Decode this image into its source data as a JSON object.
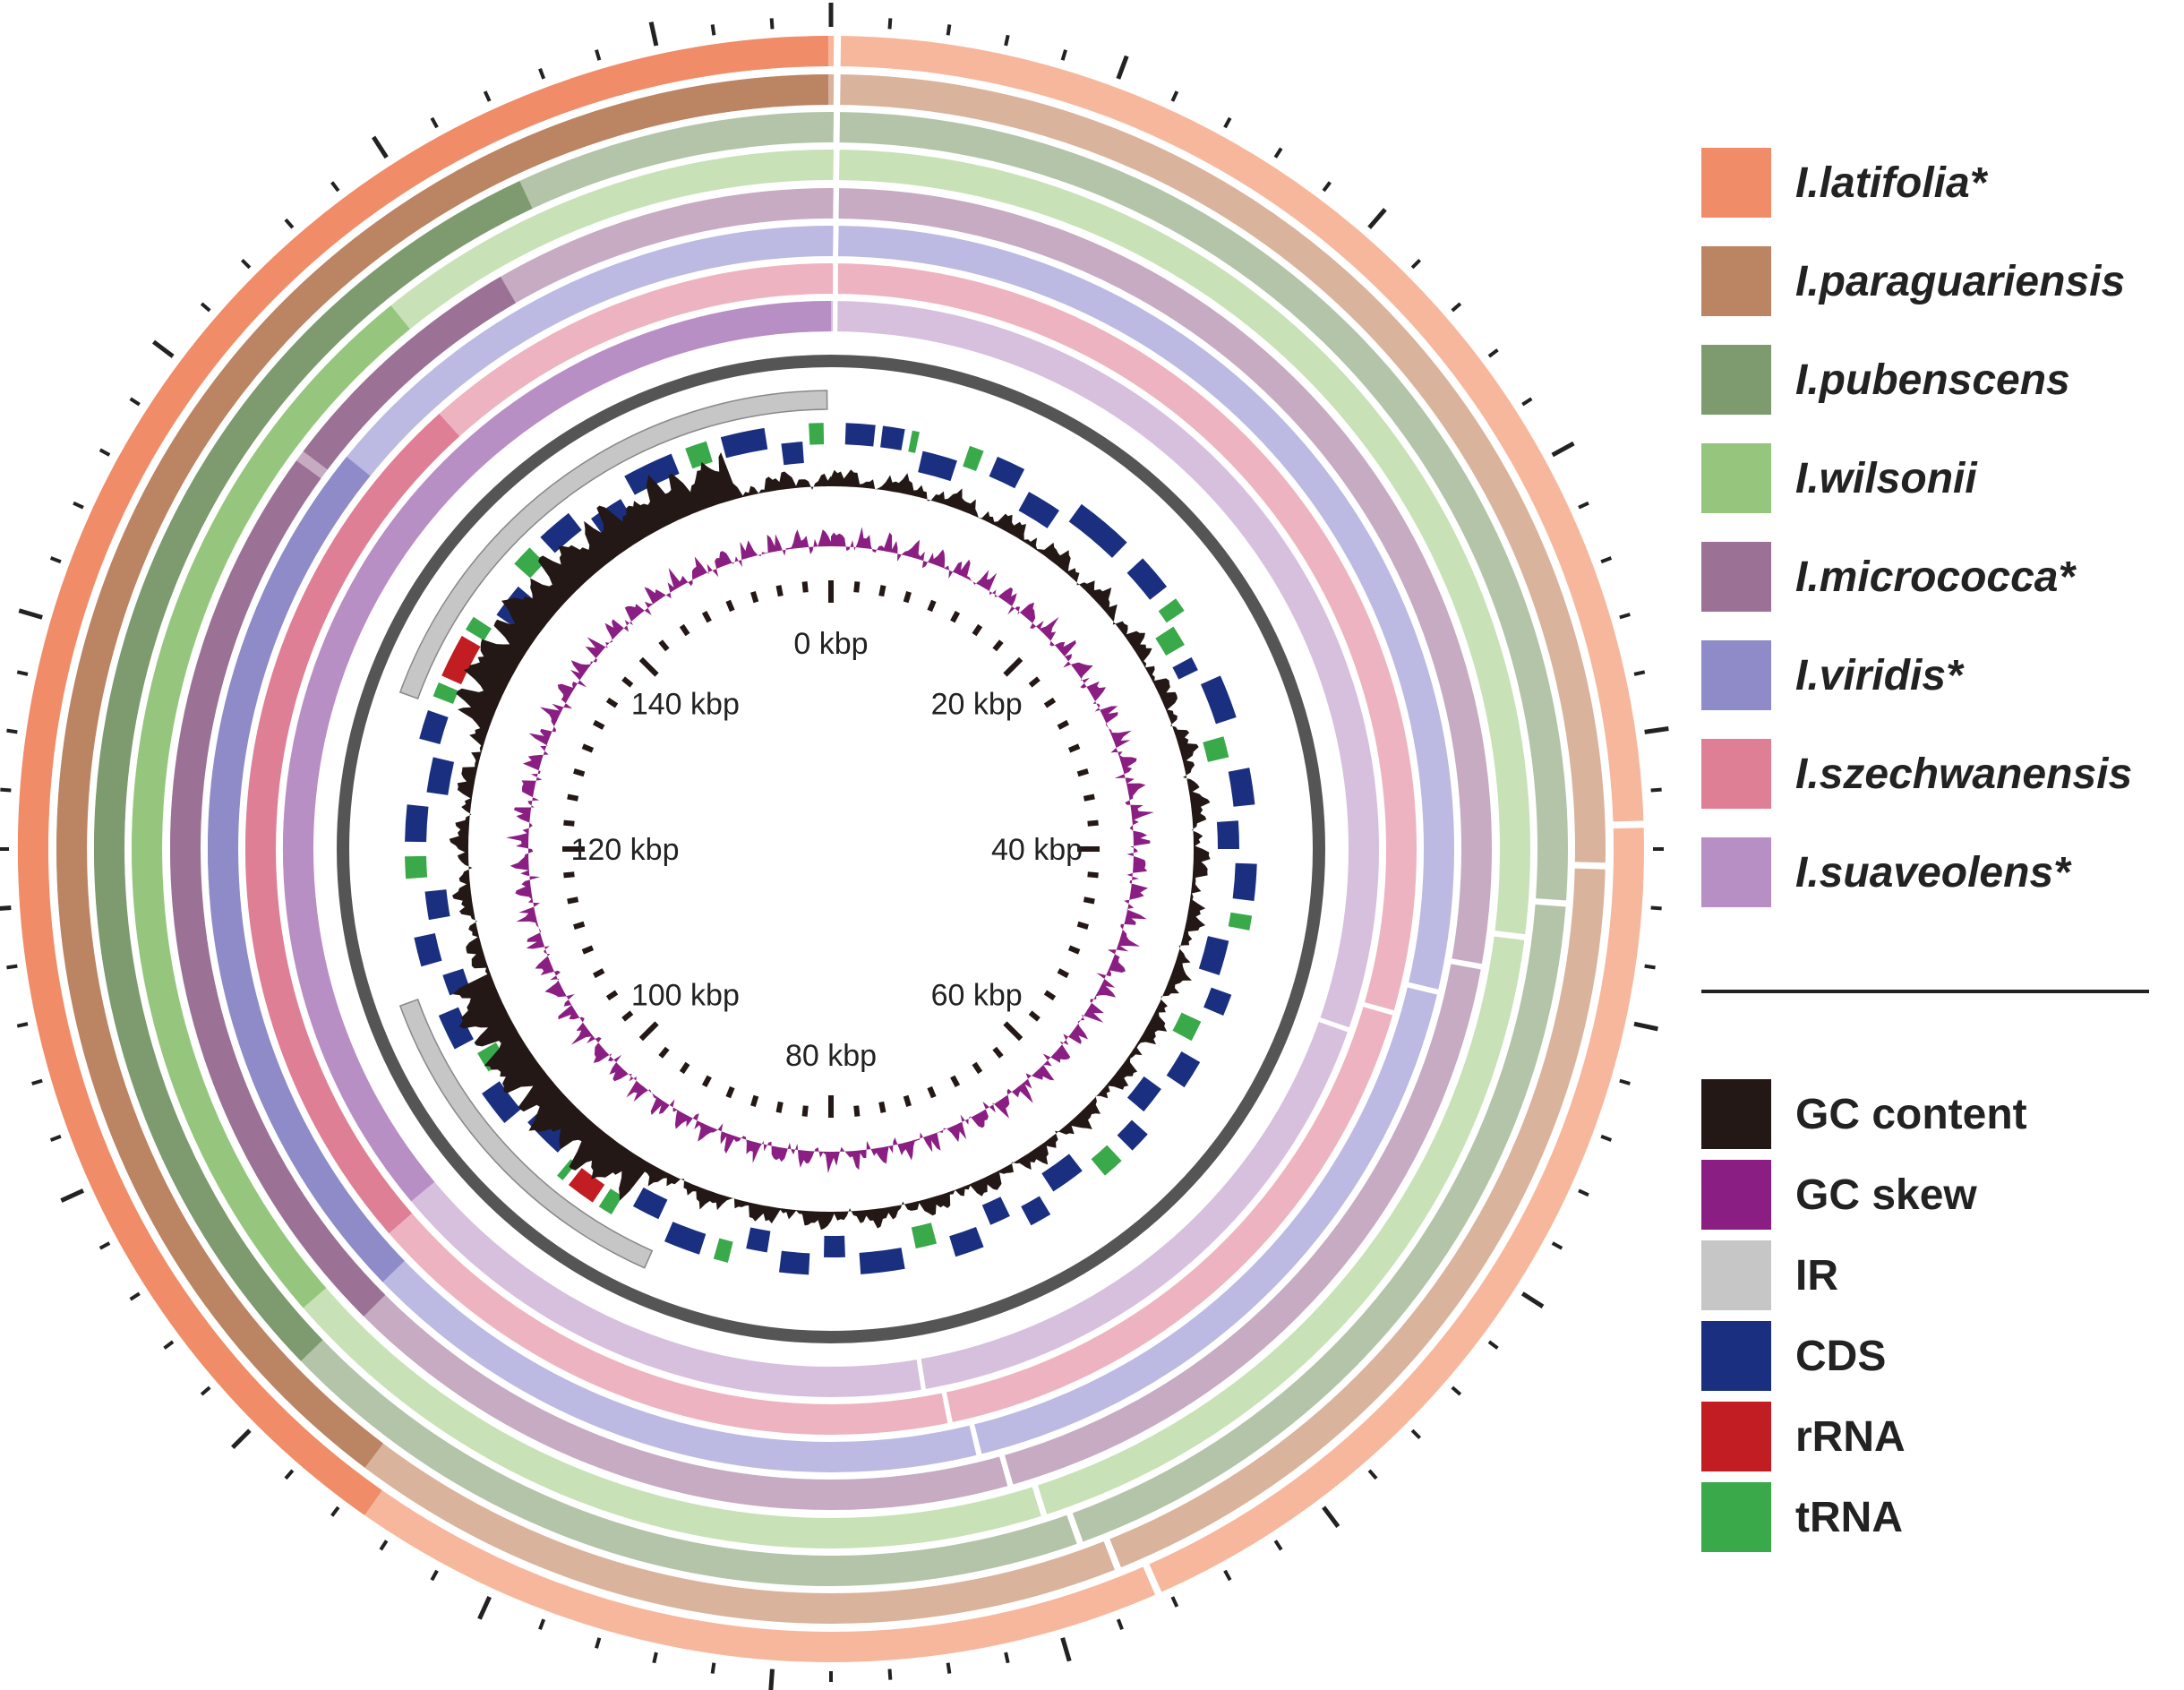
{
  "tick_labels": [
    "0 kbp",
    "20 kbp",
    "40 kbp",
    "60 kbp",
    "80 kbp",
    "100 kbp",
    "120 kbp",
    "140 kbp"
  ],
  "species": [
    {
      "name": "I.latifolia*",
      "color": "#f08c68",
      "light": "#f6b79d"
    },
    {
      "name": "I.paraguariensis",
      "color": "#bb8462",
      "light": "#d9b39c"
    },
    {
      "name": "I.pubenscens",
      "color": "#7d9b6e",
      "light": "#b3c4a9"
    },
    {
      "name": "I.wilsonii",
      "color": "#96c67d",
      "light": "#c8e1b7"
    },
    {
      "name": "I.micrococca*",
      "color": "#9b7295",
      "light": "#c6abc2"
    },
    {
      "name": "I.viridis*",
      "color": "#8e8bc8",
      "light": "#bcbae2"
    },
    {
      "name": "I.szechwanensis",
      "color": "#de7f95",
      "light": "#eeb3c1"
    },
    {
      "name": "I.suaveolens*",
      "color": "#b78fc4",
      "light": "#d7c0de"
    }
  ],
  "features": [
    {
      "name": "GC content",
      "color": "#231815"
    },
    {
      "name": "GC skew",
      "color": "#8b1e83"
    },
    {
      "name": "IR",
      "color": "#c6c6c6"
    },
    {
      "name": "CDS",
      "color": "#1a2f80"
    },
    {
      "name": "rRNA",
      "color": "#c11d23"
    },
    {
      "name": "tRNA",
      "color": "#39a94a"
    }
  ],
  "backbone_color": "#555555"
}
